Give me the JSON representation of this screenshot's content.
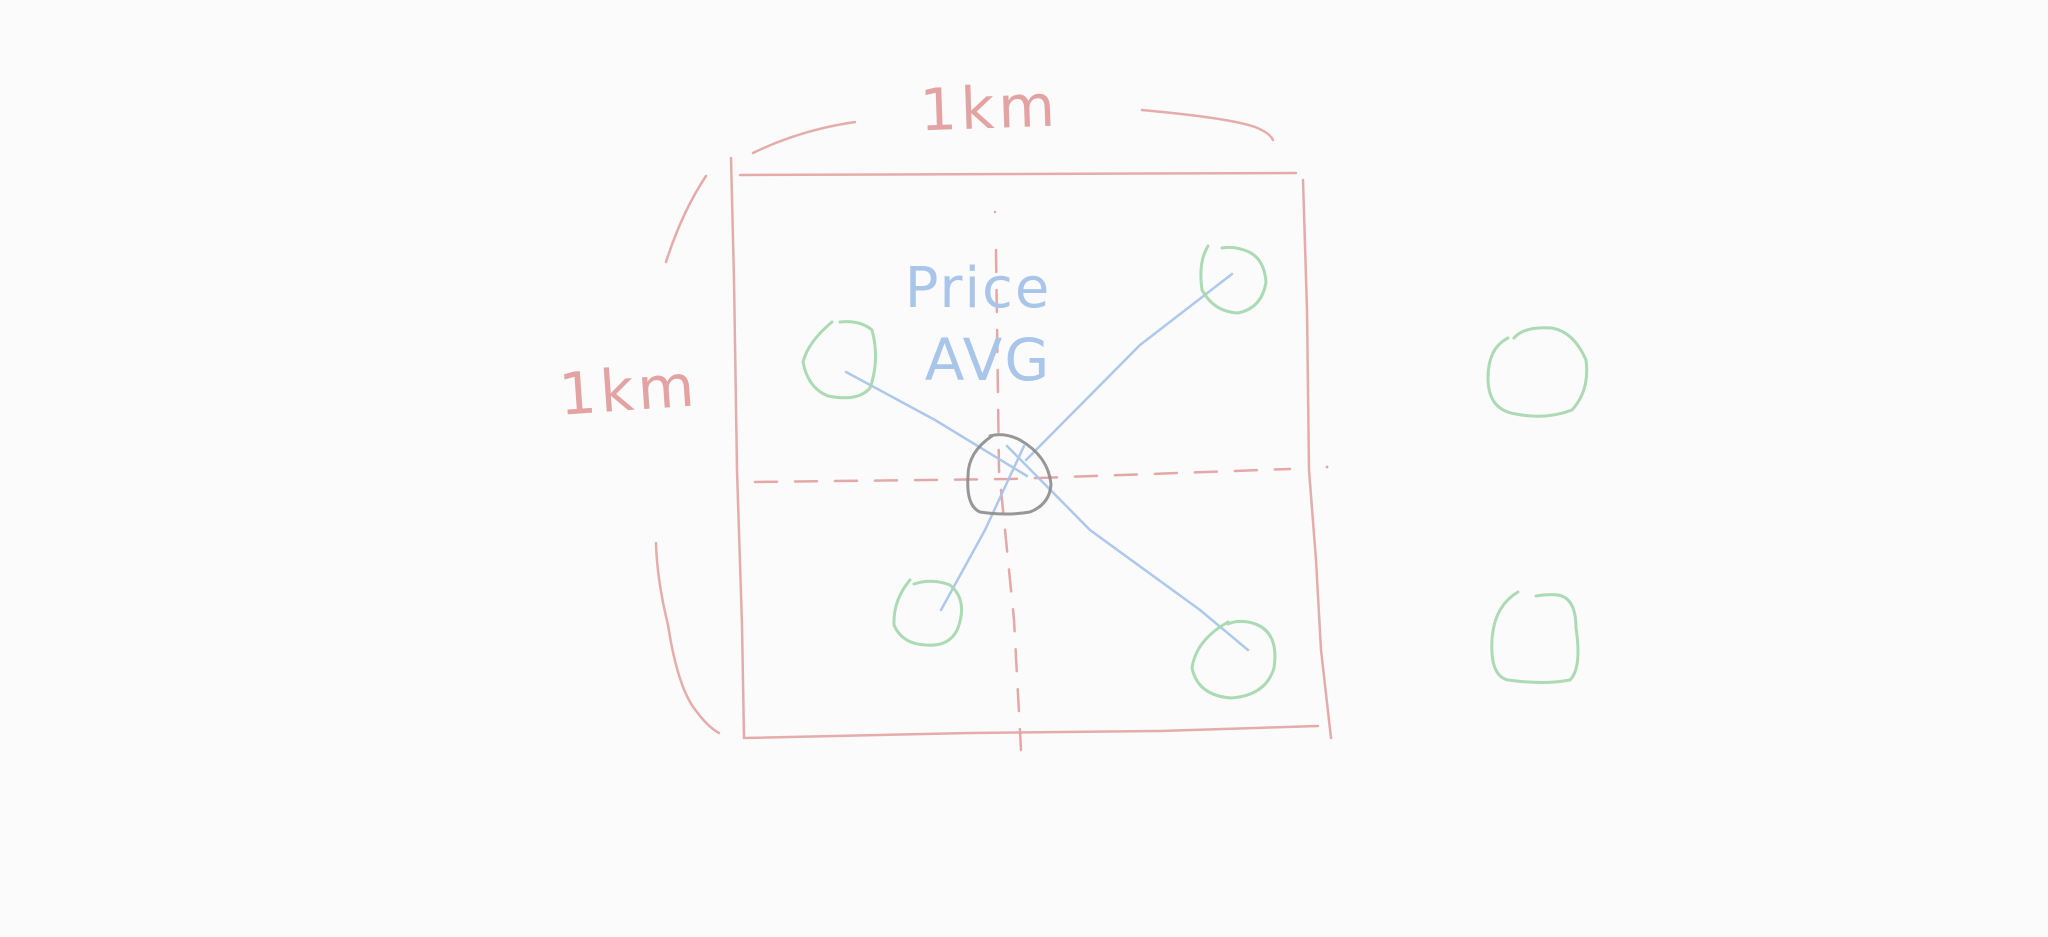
{
  "labels": {
    "top_dimension": "1km",
    "left_dimension": "1km",
    "center_line1": "Price",
    "center_line2": "AVG"
  },
  "colors": {
    "background": "#fbfbfb",
    "boundary": "#e3a3a3",
    "axis": "#e3a3a3",
    "spoke": "#a9c6ea",
    "neighbor": "#a8d8b0",
    "center": "#8c8c8c",
    "label_blue": "#a9c6ea"
  },
  "nodes": {
    "center": "center-node",
    "inside": [
      "neighbor-top-left",
      "neighbor-top-right",
      "neighbor-bottom-left",
      "neighbor-bottom-right"
    ],
    "outside": [
      "outside-node-upper",
      "outside-node-lower"
    ]
  }
}
